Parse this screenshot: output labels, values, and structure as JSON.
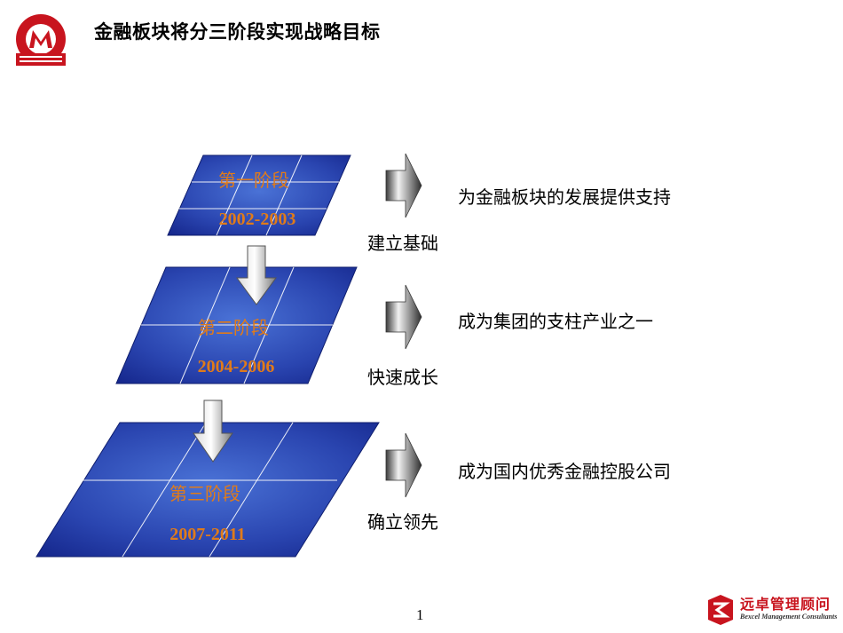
{
  "header": {
    "title": "金融板块将分三阶段实现战略目标",
    "logo_icon": "minmetals-logo-icon"
  },
  "colors": {
    "panel_light": "#3f64c9",
    "panel_dark": "#14258a",
    "stage_text": "#e07b1a",
    "arrow_light": "#f0f0f0",
    "arrow_dark": "#4a4a4a",
    "brand_red": "#c8141e"
  },
  "stages": [
    {
      "name": "第一阶段",
      "years": "2002-2003",
      "phase": "建立基础",
      "goal": "为金融板块的发展提供支持"
    },
    {
      "name": "第二阶段",
      "years": "2004-2006",
      "phase": "快速成长",
      "goal": "成为集团的支柱产业之一"
    },
    {
      "name": "第三阶段",
      "years": "2007-2011",
      "phase": "确立领先",
      "goal": "成为国内优秀金融控股公司"
    }
  ],
  "footer": {
    "page_number": "1",
    "brand_name": "远卓管理顾问",
    "brand_sub": "Bexcel Management Consultants",
    "brand_icon": "bexcel-logo-icon"
  }
}
